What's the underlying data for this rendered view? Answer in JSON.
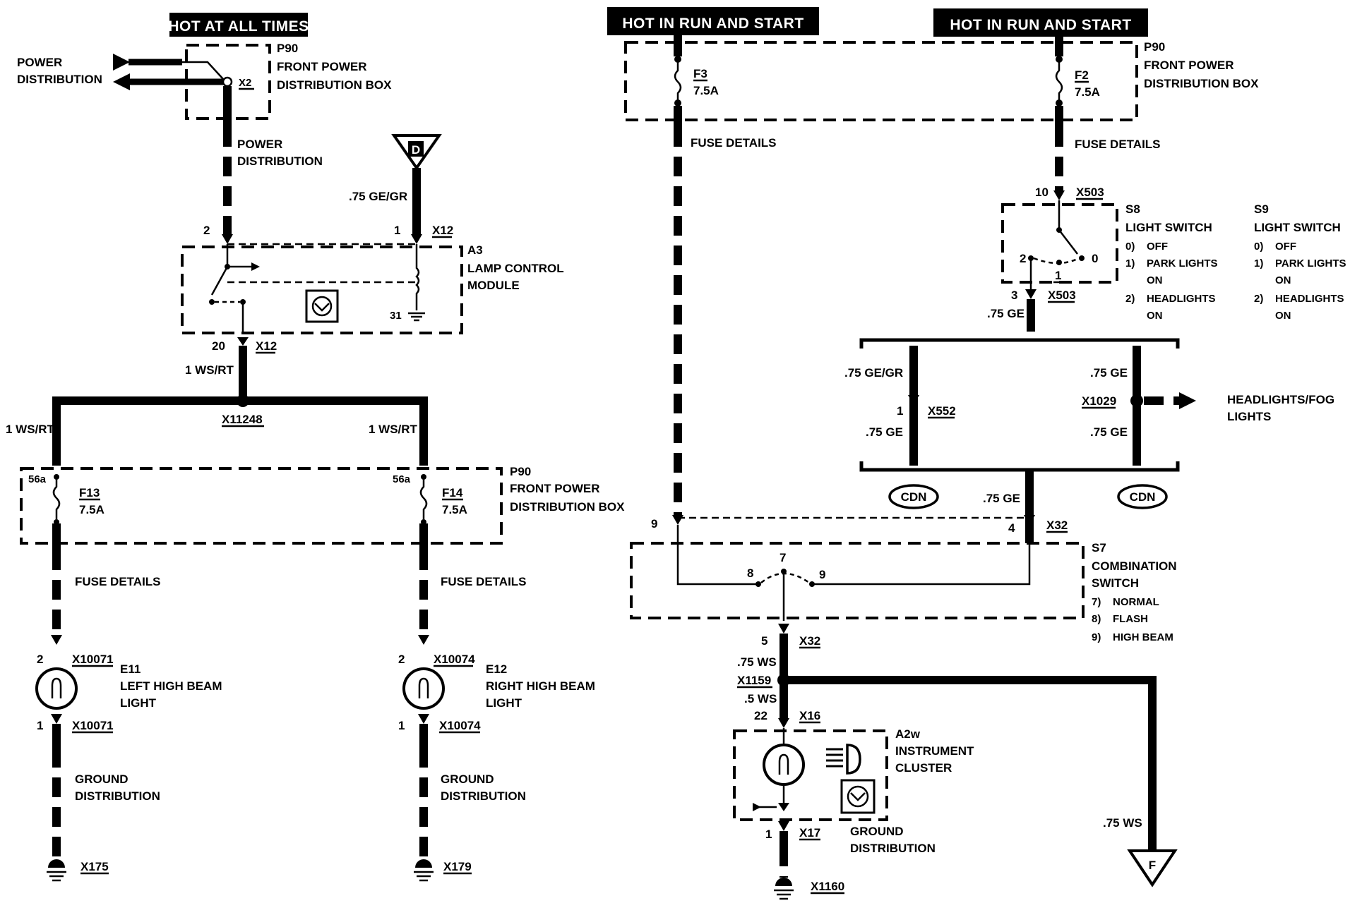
{
  "banners": {
    "hot_at_all_times": "HOT AT ALL TIMES",
    "hot_run_start_1": "HOT IN RUN AND START",
    "hot_run_start_2": "HOT IN RUN AND START"
  },
  "left": {
    "power_distribution_line1": "POWER",
    "power_distribution_line2": "DISTRIBUTION",
    "p90_top": {
      "id": "P90",
      "line1": "FRONT POWER",
      "line2": "DISTRIBUTION BOX",
      "connector": "X2"
    },
    "power_dist_wire_line1": "POWER",
    "power_dist_wire_line2": "DISTRIBUTION",
    "d_symbol": "D",
    "d_wire": ".75 GE/GR",
    "a3_pin2": "2",
    "a3_pin1": "1",
    "a3_x12_top": "X12",
    "a3": {
      "id": "A3",
      "line1": "LAMP CONTROL",
      "line2": "MODULE"
    },
    "a3_pin31": "31",
    "a3_pin20": "20",
    "a3_x12_bottom": "X12",
    "wire_1ws_rt_a": "1 WS/RT",
    "splice": "X11248",
    "wire_1ws_rt_left": "1 WS/RT",
    "wire_1ws_rt_right": "1 WS/RT",
    "p90_mid": {
      "id": "P90",
      "line1": "FRONT POWER",
      "line2": "DISTRIBUTION BOX"
    },
    "pin_56a_left": "56a",
    "pin_56a_right": "56a",
    "f13": {
      "id": "F13",
      "rating": "7.5A"
    },
    "f14": {
      "id": "F14",
      "rating": "7.5A"
    },
    "fuse_details_left": "FUSE DETAILS",
    "fuse_details_right": "FUSE DETAILS",
    "e11": {
      "pin_top": "2",
      "conn_top": "X10071",
      "id": "E11",
      "line1": "LEFT HIGH BEAM",
      "line2": "LIGHT",
      "pin_bot": "1",
      "conn_bot": "X10071"
    },
    "e12": {
      "pin_top": "2",
      "conn_top": "X10074",
      "id": "E12",
      "line1": "RIGHT HIGH BEAM",
      "line2": "LIGHT",
      "pin_bot": "1",
      "conn_bot": "X10074"
    },
    "ground_left_line1": "GROUND",
    "ground_left_line2": "DISTRIBUTION",
    "ground_right_line1": "GROUND",
    "ground_right_line2": "DISTRIBUTION",
    "ground_x175": "X175",
    "ground_x179": "X179"
  },
  "right": {
    "f3": {
      "id": "F3",
      "rating": "7.5A"
    },
    "f2": {
      "id": "F2",
      "rating": "7.5A"
    },
    "p90": {
      "id": "P90",
      "line1": "FRONT POWER",
      "line2": "DISTRIBUTION BOX"
    },
    "fuse_details_a": "FUSE DETAILS",
    "fuse_details_b": "FUSE DETAILS",
    "s8_pin10": "10",
    "s8_x503_top": "X503",
    "s8": {
      "id": "S8",
      "title": "LIGHT SWITCH",
      "o0": "0)",
      "o0t": "OFF",
      "o1": "1)",
      "o1t": "PARK LIGHTS",
      "o1t2": "ON",
      "o2": "2)",
      "o2t": "HEADLIGHTS",
      "o2t2": "ON"
    },
    "s9": {
      "id": "S9",
      "title": "LIGHT SWITCH",
      "o0": "0)",
      "o0t": "OFF",
      "o1": "1)",
      "o1t": "PARK LIGHTS",
      "o1t2": "ON",
      "o2": "2)",
      "o2t": "HEADLIGHTS",
      "o2t2": "ON"
    },
    "s8_pos2": "2",
    "s8_pos0": "0",
    "s8_pos1": "1",
    "s8_pin3": "3",
    "s8_x503_bot": "X503",
    "wire_075ge_a": ".75 GE",
    "wire_075gegr": ".75 GE/GR",
    "x552_pin": "1",
    "x552": "X552",
    "wire_075ge_b": ".75 GE",
    "wire_075ge_c": ".75 GE",
    "x1029": "X1029",
    "wire_075ge_d": ".75 GE",
    "headlights_fog_line1": "HEADLIGHTS/FOG",
    "headlights_fog_line2": "LIGHTS",
    "cdn_left": "CDN",
    "cdn_right": "CDN",
    "wire_075ge_e": ".75 GE",
    "s7_pin9": "9",
    "s7_pin4": "4",
    "s7_x32_top": "X32",
    "s7": {
      "id": "S7",
      "line1": "COMBINATION",
      "line2": "SWITCH",
      "o7": "7)",
      "o7t": "NORMAL",
      "o8": "8)",
      "o8t": "FLASH",
      "o9": "9)",
      "o9t": "HIGH BEAM"
    },
    "s7_pos7": "7",
    "s7_pos8": "8",
    "s7_pos9": "9",
    "s7_pin5": "5",
    "s7_x32_bot": "X32",
    "wire_075ws": ".75 WS",
    "x1159": "X1159",
    "wire_05ws": ".5 WS",
    "a2w_pin22": "22",
    "a2w_x16": "X16",
    "a2w": {
      "id": "A2w",
      "line1": "INSTRUMENT",
      "line2": "CLUSTER"
    },
    "a2w_pin1": "1",
    "a2w_x17": "X17",
    "ground_line1": "GROUND",
    "ground_line2": "DISTRIBUTION",
    "ground_x1160": "X1160",
    "wire_075ws_f": ".75 WS",
    "f_symbol": "F"
  }
}
